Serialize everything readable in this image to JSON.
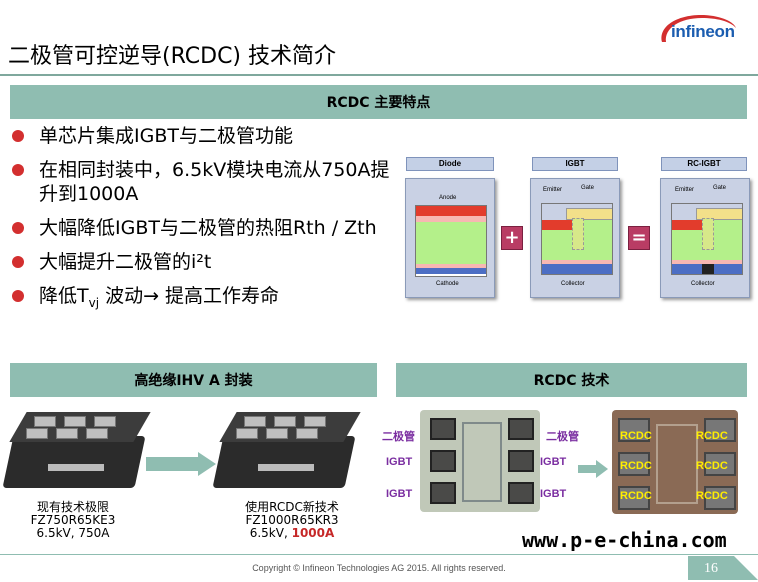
{
  "title": "二极管可控逆导(RCDC) 技术简介",
  "logo_text": "infineon",
  "section_main": "RCDC 主要特点",
  "bullets": {
    "b1": "单芯片集成IGBT与二极管功能",
    "b2": "在相同封装中，6.5kV模块电流从750A提升到1000A",
    "b3": "大幅降低IGBT与二极管的热阻Rth / Zth",
    "b4": "大幅提升二极管的i²t",
    "b5_pre": "降低T",
    "b5_sub": "vj",
    "b5_post": " 波动→ 提高工作寿命"
  },
  "diagram": {
    "diode_label": "Diode",
    "igbt_label": "IGBT",
    "rcigbt_label": "RC-IGBT",
    "anode": "Anode",
    "cathode": "Cathode",
    "emitter": "Emitter",
    "gate": "Gate",
    "collector": "Collector",
    "plus": "+",
    "equals": "="
  },
  "section_left": "高绝缘IHV A 封装",
  "section_right": "RCDC 技术",
  "module_left": {
    "line1": "现有技术极限",
    "line2": "FZ750R65KE3",
    "line3": "6.5kV, 750A"
  },
  "module_right": {
    "line1": "使用RCDC新技术",
    "line2": "FZ1000R65KR3",
    "line3_pre": "6.5kV, ",
    "line3_hl": "1000A"
  },
  "chip_labels": {
    "diode": "二极管",
    "igbt": "IGBT",
    "rcdc": "RCDC"
  },
  "watermark": "www.p-e-china.com",
  "copyright": "Copyright © Infineon Technologies AG 2015. All rights reserved.",
  "page_number": "16",
  "colors": {
    "accent": "#8fbdb1",
    "bullet": "#d32f2f",
    "highlight": "#c62828",
    "brand": "#1b5db0"
  }
}
